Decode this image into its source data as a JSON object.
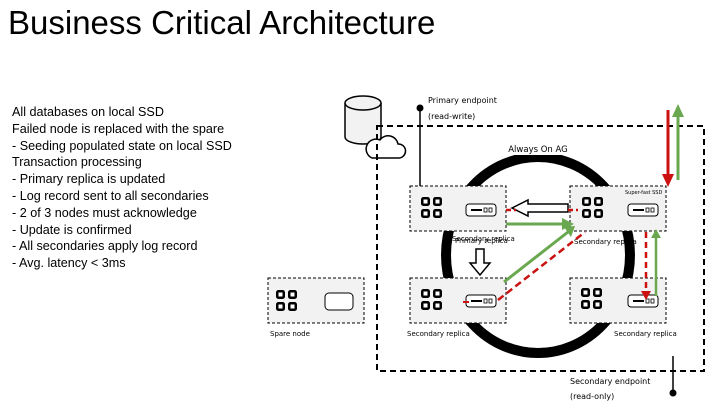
{
  "page": {
    "title": "Business Critical Architecture",
    "bullets": [
      "All databases on local SSD",
      "Failed node is replaced with the spare",
      "- Seeding populated state on local SSD",
      "Transaction processing",
      "- Primary replica is updated",
      "- Log record sent to all secondaries",
      "- 2 of 3 nodes must acknowledge",
      "- Update is confirmed",
      "- All secondaries apply log record",
      "- Avg. latency < 3ms"
    ]
  },
  "diagram": {
    "primary_endpoint": {
      "line1": "Primary endpoint",
      "line2": "(read-write)"
    },
    "secondary_endpoint": {
      "line1": "Secondary endpoint",
      "line2": "(read-only)"
    },
    "ag_label": "Always On AG",
    "nodes": {
      "spare": "Spare node",
      "top_left": "Secondary replica",
      "top_left_overlap": "Primary replica",
      "top_right": "Secondary replica",
      "top_right_tag": "Super-fast SSD",
      "bottom_left": "Secondary replica",
      "bottom_right": "Secondary replica"
    },
    "colors": {
      "red": "#cc1111",
      "green": "#6aa84f",
      "ring": "#000000",
      "box_fill": "#f2f2f2"
    }
  }
}
